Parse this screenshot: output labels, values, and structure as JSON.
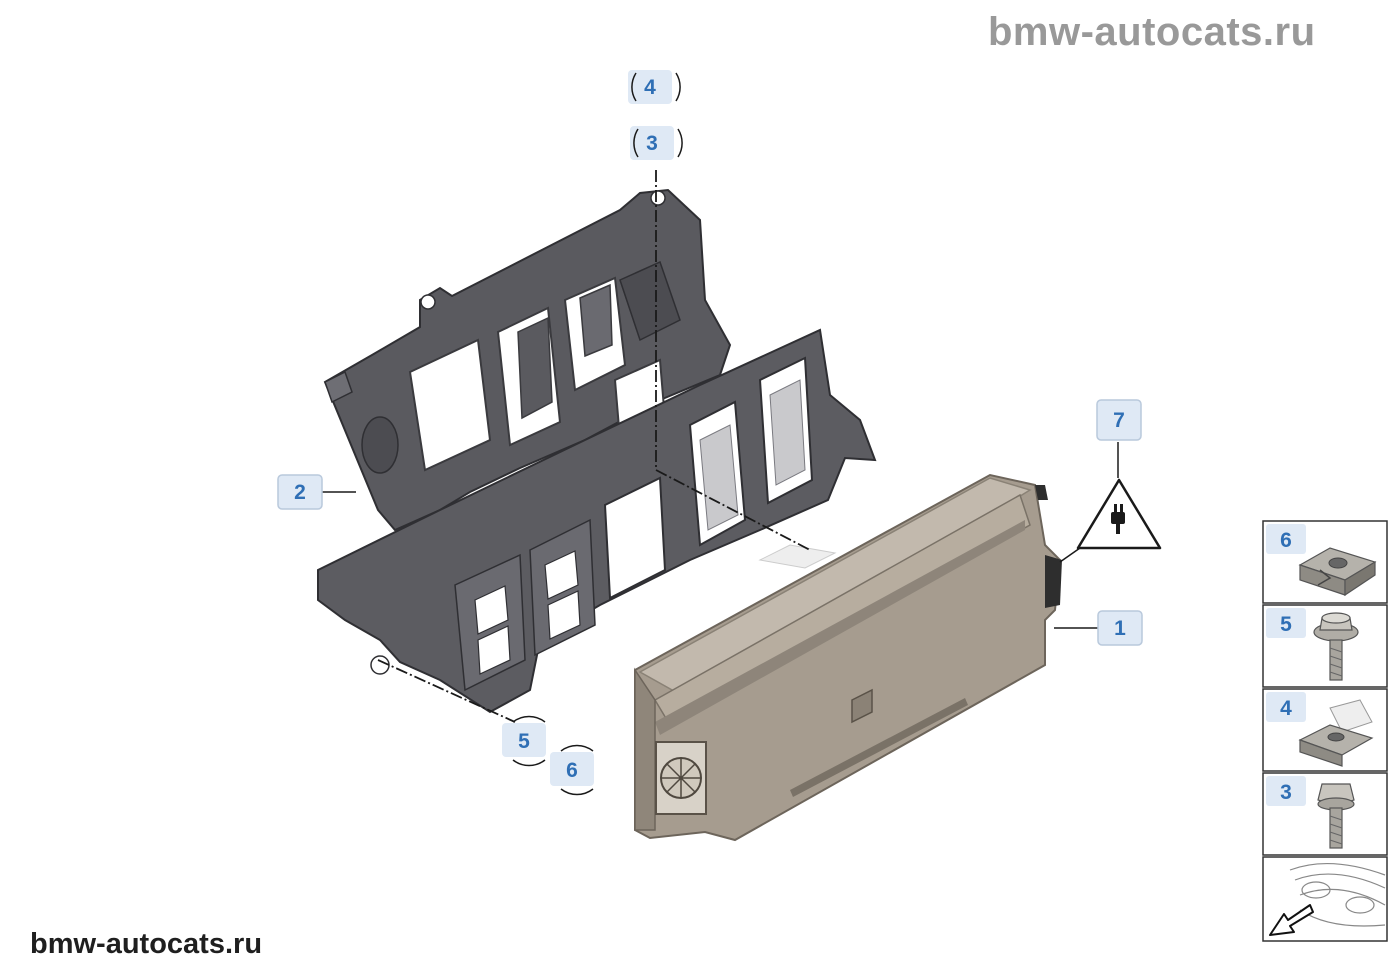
{
  "watermarks": {
    "top": "bmw-autocats.ru",
    "bottom": "bmw-autocats.ru"
  },
  "callouts": [
    {
      "id": "c1",
      "label": "1",
      "style": "box"
    },
    {
      "id": "c2",
      "label": "2",
      "style": "box"
    },
    {
      "id": "c3",
      "label": "3",
      "style": "circle"
    },
    {
      "id": "c4",
      "label": "4",
      "style": "circle"
    },
    {
      "id": "c5",
      "label": "5",
      "style": "circle"
    },
    {
      "id": "c6",
      "label": "6",
      "style": "circle"
    },
    {
      "id": "c7",
      "label": "7",
      "style": "box"
    }
  ],
  "side_panel": [
    {
      "label": "6",
      "icon": "clip-nut-icon"
    },
    {
      "label": "5",
      "icon": "flange-bolt-icon"
    },
    {
      "label": "4",
      "icon": "clip-nut-icon"
    },
    {
      "label": "3",
      "icon": "hex-bolt-icon"
    },
    {
      "label": "",
      "icon": "vehicle-location-icon"
    }
  ],
  "colors": {
    "callout_text": "#2f6fb5",
    "callout_fill": "#dfe9f5",
    "bracket": "#57575c",
    "module": "#a99f92",
    "watermark_top": "#999999",
    "watermark_bottom": "#1f1f1f"
  }
}
